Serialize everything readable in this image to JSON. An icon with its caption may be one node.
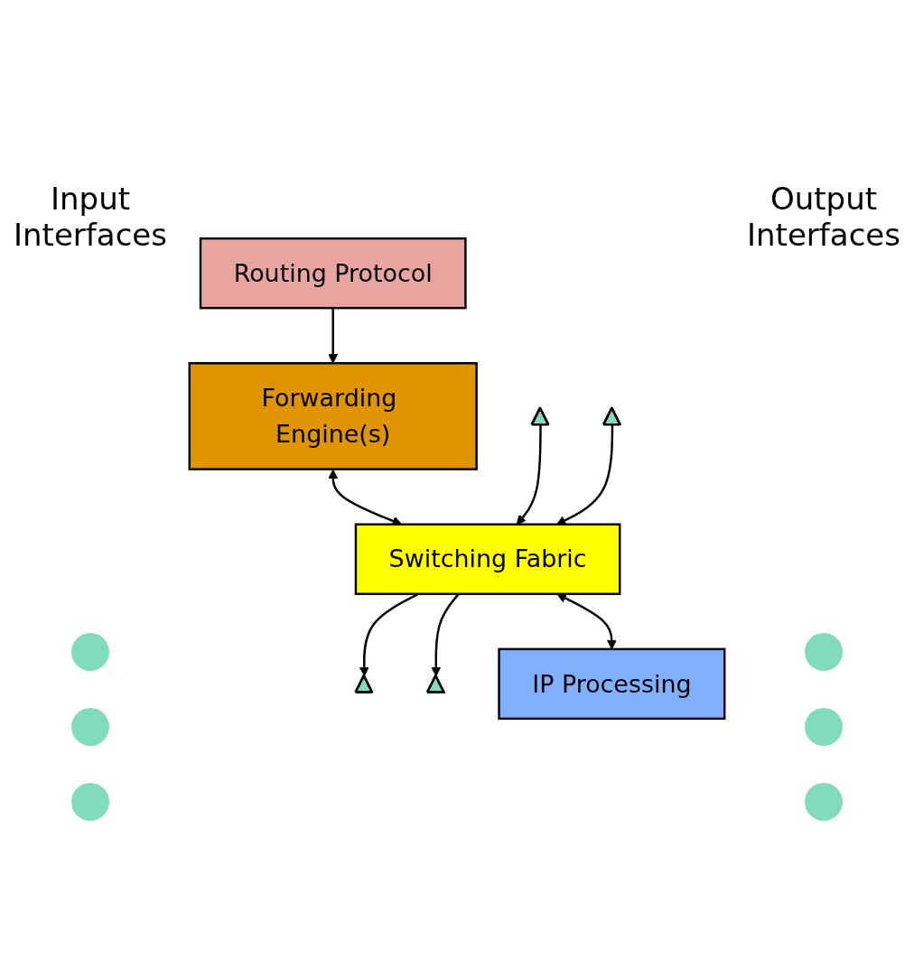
{
  "diagram": {
    "nodes": [
      {
        "text": [
          "Routing Protocol"
        ]
      },
      {
        "text": [
          "Forwarding Engine(s)"
        ]
      },
      {
        "text": [
          "Switching Fabric"
        ]
      },
      {
        "text": [
          "IP Processing"
        ]
      },
      {
        "text": [],
        "shape": "triangle"
      },
      {
        "text": [],
        "shape": "triangle"
      },
      {
        "text": [],
        "shape": "triangle"
      },
      {
        "text": [],
        "shape": "triangle"
      }
    ],
    "edges": [
      {
        "from": 0,
        "to": 1,
        "arrow": "to"
      },
      {
        "from": 1,
        "to": 2,
        "arrow": "both"
      },
      {
        "from": 4,
        "to": 2,
        "arrow": "to"
      },
      {
        "from": 5,
        "to": 2,
        "arrow": "to"
      },
      {
        "from": 2,
        "to": 6,
        "arrow": "to"
      },
      {
        "from": 2,
        "to": 7,
        "arrow": "to"
      },
      {
        "from": 2,
        "to": 3,
        "arrow": "both"
      }
    ],
    "labels": [
      "Input Interfaces",
      "Output Interfaces"
    ]
  }
}
